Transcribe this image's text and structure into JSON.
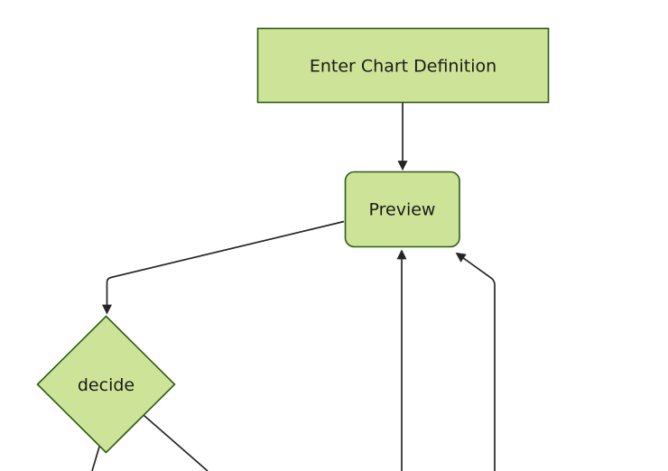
{
  "diagram": {
    "type": "flowchart",
    "background_color": "#ffffff",
    "theme": {
      "node_fill": "#cde498",
      "node_border": "#2e5c14",
      "edge_color": "#252525",
      "label_color": "#1a1a1a"
    },
    "nodes": [
      {
        "id": "enter-chart-definition",
        "shape": "rectangle",
        "label": "Enter Chart Definition"
      },
      {
        "id": "preview",
        "shape": "rounded-rectangle",
        "label": "Preview"
      },
      {
        "id": "decide",
        "shape": "diamond",
        "label": "decide"
      }
    ],
    "edges": [
      {
        "from": "enter-chart-definition",
        "to": "preview",
        "arrowhead": true
      },
      {
        "from": "preview",
        "to": "decide",
        "arrowhead": true
      },
      {
        "from": "offscreen-bottom",
        "to": "preview",
        "arrowhead": true
      },
      {
        "from": "offscreen-bottom-right",
        "to": "preview",
        "arrowhead": true
      },
      {
        "from": "decide",
        "to": "offscreen-bottom-left",
        "arrowhead": false
      },
      {
        "from": "decide",
        "to": "offscreen-bottom-right",
        "arrowhead": false
      }
    ]
  }
}
